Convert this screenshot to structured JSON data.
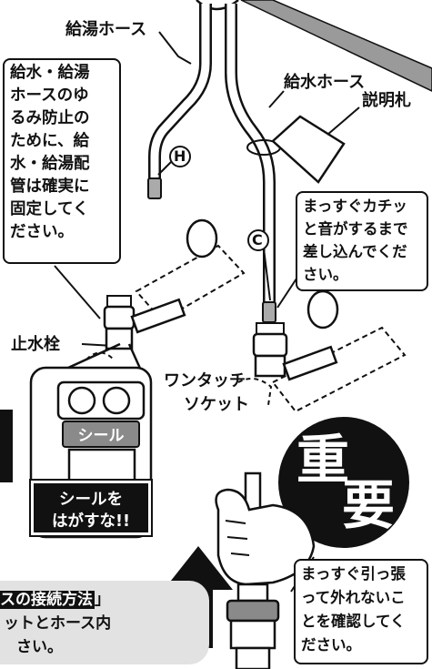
{
  "labels": {
    "hot_hose": "給湯ホース",
    "cold_hose": "給水ホース",
    "instruction_tag": "説明札",
    "stop_valve": "止水栓",
    "one_touch_line1": "ワンタッチ",
    "one_touch_line2": "ソケット",
    "marker_h": "H",
    "marker_c": "C"
  },
  "callout_slack": [
    "給水・給湯",
    "ホースのゆ",
    "るみ防止の",
    "ために、給",
    "水・給湯配",
    "管は確実に",
    "固定してく",
    "ださい。"
  ],
  "callout_insert": [
    "まっすぐカチッ",
    "と音がするまで",
    "差し込んでくだ",
    "さい。"
  ],
  "callout_pull": [
    "まっすぐ引っ張",
    "って外れないこ",
    "とを確認してく",
    "ださい。"
  ],
  "seal": {
    "label": "シール",
    "warning_line1": "シールを",
    "warning_line2": "はがすな!!"
  },
  "important": {
    "char1": "重",
    "char2": "要"
  },
  "bottom_note": {
    "line1_highlight": "スの接続方法",
    "line1_tail": "」",
    "line2": "ットとホース内",
    "line3": "さい。"
  },
  "colors": {
    "line": "#111111",
    "gray_pipe": "#8a8a8a",
    "note_bg": "#e2e2e2"
  }
}
